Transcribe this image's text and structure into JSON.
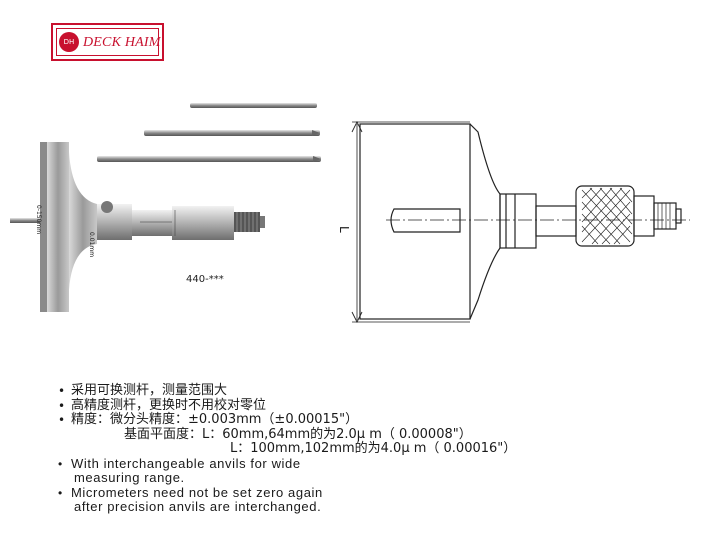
{
  "logo": {
    "emblem": "DH",
    "text": "DECK HAIM"
  },
  "model_label": "440-***",
  "tool_markings": {
    "range": "0-150mm",
    "resolution": "0.01mm"
  },
  "drawing": {
    "dimension_label": "L"
  },
  "features": [
    {
      "text": "采用可换测杆，测量范围大"
    },
    {
      "text": "高精度测杆，更换时不用校对零位"
    },
    {
      "text": "精度：微分头精度：±0.003mm（±0.00015\"）"
    },
    {
      "text": "基面平面度：L：60mm,64mm的为2.0μ m（ 0.00008\"）"
    },
    {
      "text": "L：100mm,102mm的为4.0μ m（ 0.00016\"）"
    },
    {
      "text": "With interchangeable anvils for wide"
    },
    {
      "text": "measuring range."
    },
    {
      "text": "Micrometers need not be set zero again"
    },
    {
      "text": "after precision anvils are interchanged."
    }
  ]
}
